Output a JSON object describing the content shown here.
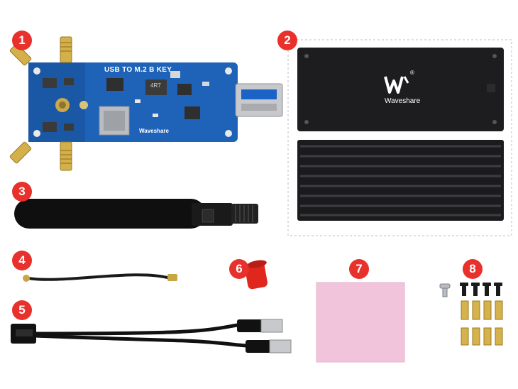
{
  "badges": [
    "1",
    "2",
    "3",
    "4",
    "5",
    "6",
    "7",
    "8"
  ],
  "board": {
    "silkscreen_title": "USB TO M.2 B KEY",
    "inductor_label": "4R7",
    "brand": "Waveshare"
  },
  "enclosure": {
    "brand": "Waveshare",
    "registered": "®"
  },
  "colors": {
    "badge": "#e8302c",
    "pcb": "#1a5fb4",
    "enclosure": "#1c1c1e",
    "thermal_pad": "#f2c4dc",
    "cap": "#e0271e"
  }
}
